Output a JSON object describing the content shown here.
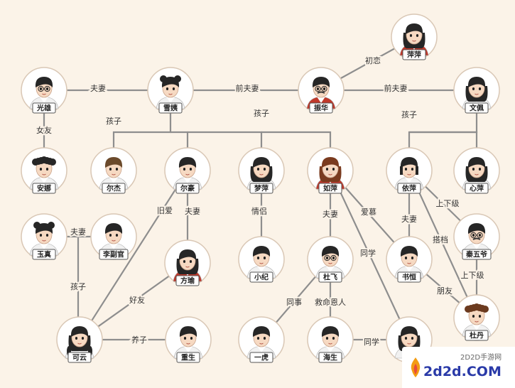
{
  "nodes": [
    {
      "id": "pingping",
      "name": "萍萍",
      "hair": "long",
      "accent": "#c0392b"
    },
    {
      "id": "guangxiong",
      "name": "光雄",
      "hair": "short",
      "glasses": true
    },
    {
      "id": "xueyi",
      "name": "雪姨",
      "hair": "bun"
    },
    {
      "id": "zhenhua",
      "name": "振华",
      "hair": "short",
      "glasses": true,
      "beard": true,
      "accent": "#c0392b"
    },
    {
      "id": "wenpei",
      "name": "文佩",
      "hair": "long"
    },
    {
      "id": "anna",
      "name": "安娜",
      "hair": "curly"
    },
    {
      "id": "erjie",
      "name": "尔杰",
      "hair": "boy",
      "hairColor": "#6b4a2b"
    },
    {
      "id": "erhao",
      "name": "尔豪",
      "hair": "short"
    },
    {
      "id": "mengping",
      "name": "梦萍",
      "hair": "long"
    },
    {
      "id": "ruping",
      "name": "如萍",
      "hair": "long",
      "hairColor": "#7a3b1f",
      "accent": "#c0392b"
    },
    {
      "id": "yiping",
      "name": "依萍",
      "hair": "bob"
    },
    {
      "id": "xinping",
      "name": "心萍",
      "hair": "long"
    },
    {
      "id": "yuzhen",
      "name": "玉真",
      "hair": "bun"
    },
    {
      "id": "lifuguan",
      "name": "李副官",
      "hair": "short"
    },
    {
      "id": "qinwuye",
      "name": "秦五爷",
      "hair": "short",
      "glasses": true,
      "beard": true
    },
    {
      "id": "fangyu",
      "name": "方瑜",
      "hair": "long",
      "accent": "#c0392b"
    },
    {
      "id": "xiaoji",
      "name": "小纪",
      "hair": "short"
    },
    {
      "id": "dufei",
      "name": "杜飞",
      "hair": "short",
      "glasses": true
    },
    {
      "id": "shuheng",
      "name": "书恒",
      "hair": "short"
    },
    {
      "id": "dudan",
      "name": "杜丹",
      "hair": "curly",
      "hairColor": "#6b3a1f"
    },
    {
      "id": "keyun",
      "name": "可云",
      "hair": "braids"
    },
    {
      "id": "chongsheng",
      "name": "重生",
      "hair": "boy"
    },
    {
      "id": "yihu",
      "name": "一虎",
      "hair": "short"
    },
    {
      "id": "haisheng",
      "name": "海生",
      "hair": "short"
    },
    {
      "id": "unnamed",
      "name": "",
      "hair": "long"
    }
  ],
  "edges": [
    {
      "from": "guangxiong",
      "to": "xueyi",
      "label": "夫妻"
    },
    {
      "from": "xueyi",
      "to": "zhenhua",
      "label": "前夫妻"
    },
    {
      "from": "zhenhua",
      "to": "wenpei",
      "label": "前夫妻"
    },
    {
      "from": "zhenhua",
      "to": "pingping",
      "label": "初恋"
    },
    {
      "from": "guangxiong",
      "to": "anna",
      "label": "女友"
    },
    {
      "from": "xueyi",
      "to": "erjie",
      "label": "孩子"
    },
    {
      "from": "xueyi",
      "to": "erhao",
      "label": "孩子"
    },
    {
      "from": "xueyi",
      "to": "mengping",
      "label": ""
    },
    {
      "from": "xueyi",
      "to": "ruping",
      "label": ""
    },
    {
      "from": "wenpei",
      "to": "yiping",
      "label": "孩子"
    },
    {
      "from": "wenpei",
      "to": "xinping",
      "label": ""
    },
    {
      "from": "erhao",
      "to": "fangyu",
      "label": "夫妻"
    },
    {
      "from": "erhao",
      "to": "keyun",
      "label": "旧爱"
    },
    {
      "from": "mengping",
      "to": "xiaoji",
      "label": "情侣"
    },
    {
      "from": "ruping",
      "to": "dufei",
      "label": "夫妻"
    },
    {
      "from": "ruping",
      "to": "shuheng",
      "label": "爱慕"
    },
    {
      "from": "ruping",
      "to": "unnamed",
      "label": "同学"
    },
    {
      "from": "yiping",
      "to": "shuheng",
      "label": "夫妻"
    },
    {
      "from": "yiping",
      "to": "qinwuye",
      "label": "上下级"
    },
    {
      "from": "yiping",
      "to": "dudan",
      "label": "搭档"
    },
    {
      "from": "qinwuye",
      "to": "dudan",
      "label": "上下级"
    },
    {
      "from": "shuheng",
      "to": "dudan",
      "label": "朋友"
    },
    {
      "from": "yuzhen",
      "to": "lifuguan",
      "label": "夫妻"
    },
    {
      "from": "yuzhen",
      "to": "keyun",
      "label": "孩子"
    },
    {
      "from": "fangyu",
      "to": "keyun",
      "label": "好友"
    },
    {
      "from": "keyun",
      "to": "chongsheng",
      "label": "养子"
    },
    {
      "from": "dufei",
      "to": "yihu",
      "label": "同事"
    },
    {
      "from": "dufei",
      "to": "haisheng",
      "label": "救命恩人"
    },
    {
      "from": "haisheng",
      "to": "unnamed",
      "label": "同学"
    }
  ],
  "watermark": {
    "small": "2D2D手游网",
    "big": "2d2d.COM"
  }
}
